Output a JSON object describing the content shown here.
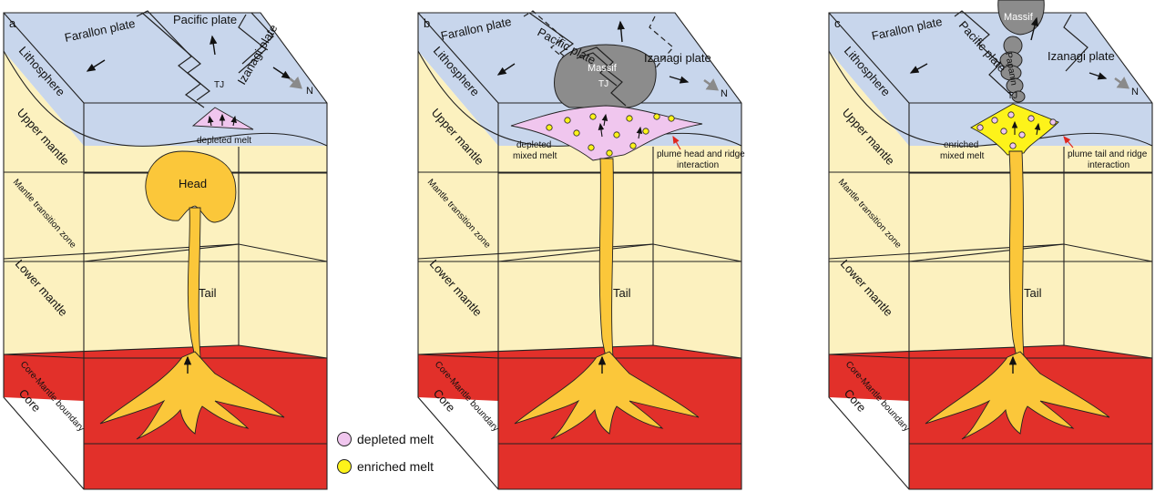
{
  "colors": {
    "lithosphere": "#c8d6ec",
    "mantle": "#fcf1bf",
    "core": "#e2302a",
    "plume": "#fbc73a",
    "depleted_melt": "#f0c6ee",
    "enriched_melt": "#fdf31a",
    "massif": "#8c8c8c",
    "arrow_red": "#e0261e"
  },
  "panels": [
    {
      "letter": "a",
      "layers": {
        "lithosphere": "Lithosphere",
        "upper_mantle": "Upper mantle",
        "transition_zone": "Mantle transition zone",
        "lower_mantle": "Lower mantle",
        "cmb": "Core-Mantle boundary",
        "core": "Core"
      },
      "plates": {
        "farallon": "Farallon plate",
        "pacific": "Pacific plate",
        "izanagi": "Izanagi plate",
        "tj": "TJ",
        "north": "N"
      },
      "plume": {
        "head": "Head",
        "tail": "Tail"
      },
      "melt_label": "depleted melt"
    },
    {
      "letter": "b",
      "layers": {
        "lithosphere": "Lithosphere",
        "upper_mantle": "Upper mantle",
        "transition_zone": "Mantle transition zone",
        "lower_mantle": "Lower mantle",
        "cmb": "Core-Mantle boundary",
        "core": "Core"
      },
      "plates": {
        "farallon": "Farallon plate",
        "pacific": "Pacific plate",
        "izanagi": "Izanagi plate",
        "tj": "TJ",
        "north": "N"
      },
      "massif": "Massif",
      "plume": {
        "tail": "Tail"
      },
      "melt_label_1": "depleted",
      "melt_label_2": "mixed melt",
      "interaction_1": "plume head and ridge",
      "interaction_2": "interaction"
    },
    {
      "letter": "c",
      "layers": {
        "lithosphere": "Lithosphere",
        "upper_mantle": "Upper mantle",
        "transition_zone": "Mantle transition zone",
        "lower_mantle": "Lower mantle",
        "cmb": "Core-Mantle boundary",
        "core": "Core"
      },
      "plates": {
        "farallon": "Farallon plate",
        "pacific": "Pacific plate",
        "izanagi": "Izanagi plate",
        "tj": "TJ",
        "north": "N"
      },
      "massif": "Massif",
      "papanin": "Papanin",
      "plume": {
        "tail": "Tail"
      },
      "melt_label_1": "enriched",
      "melt_label_2": "mixed melt",
      "interaction_1": "plume tail and ridge",
      "interaction_2": "interaction"
    }
  ],
  "legend": [
    {
      "label": "depleted melt",
      "color": "#f0c6ee"
    },
    {
      "label": "enriched melt",
      "color": "#fdf31a"
    }
  ]
}
